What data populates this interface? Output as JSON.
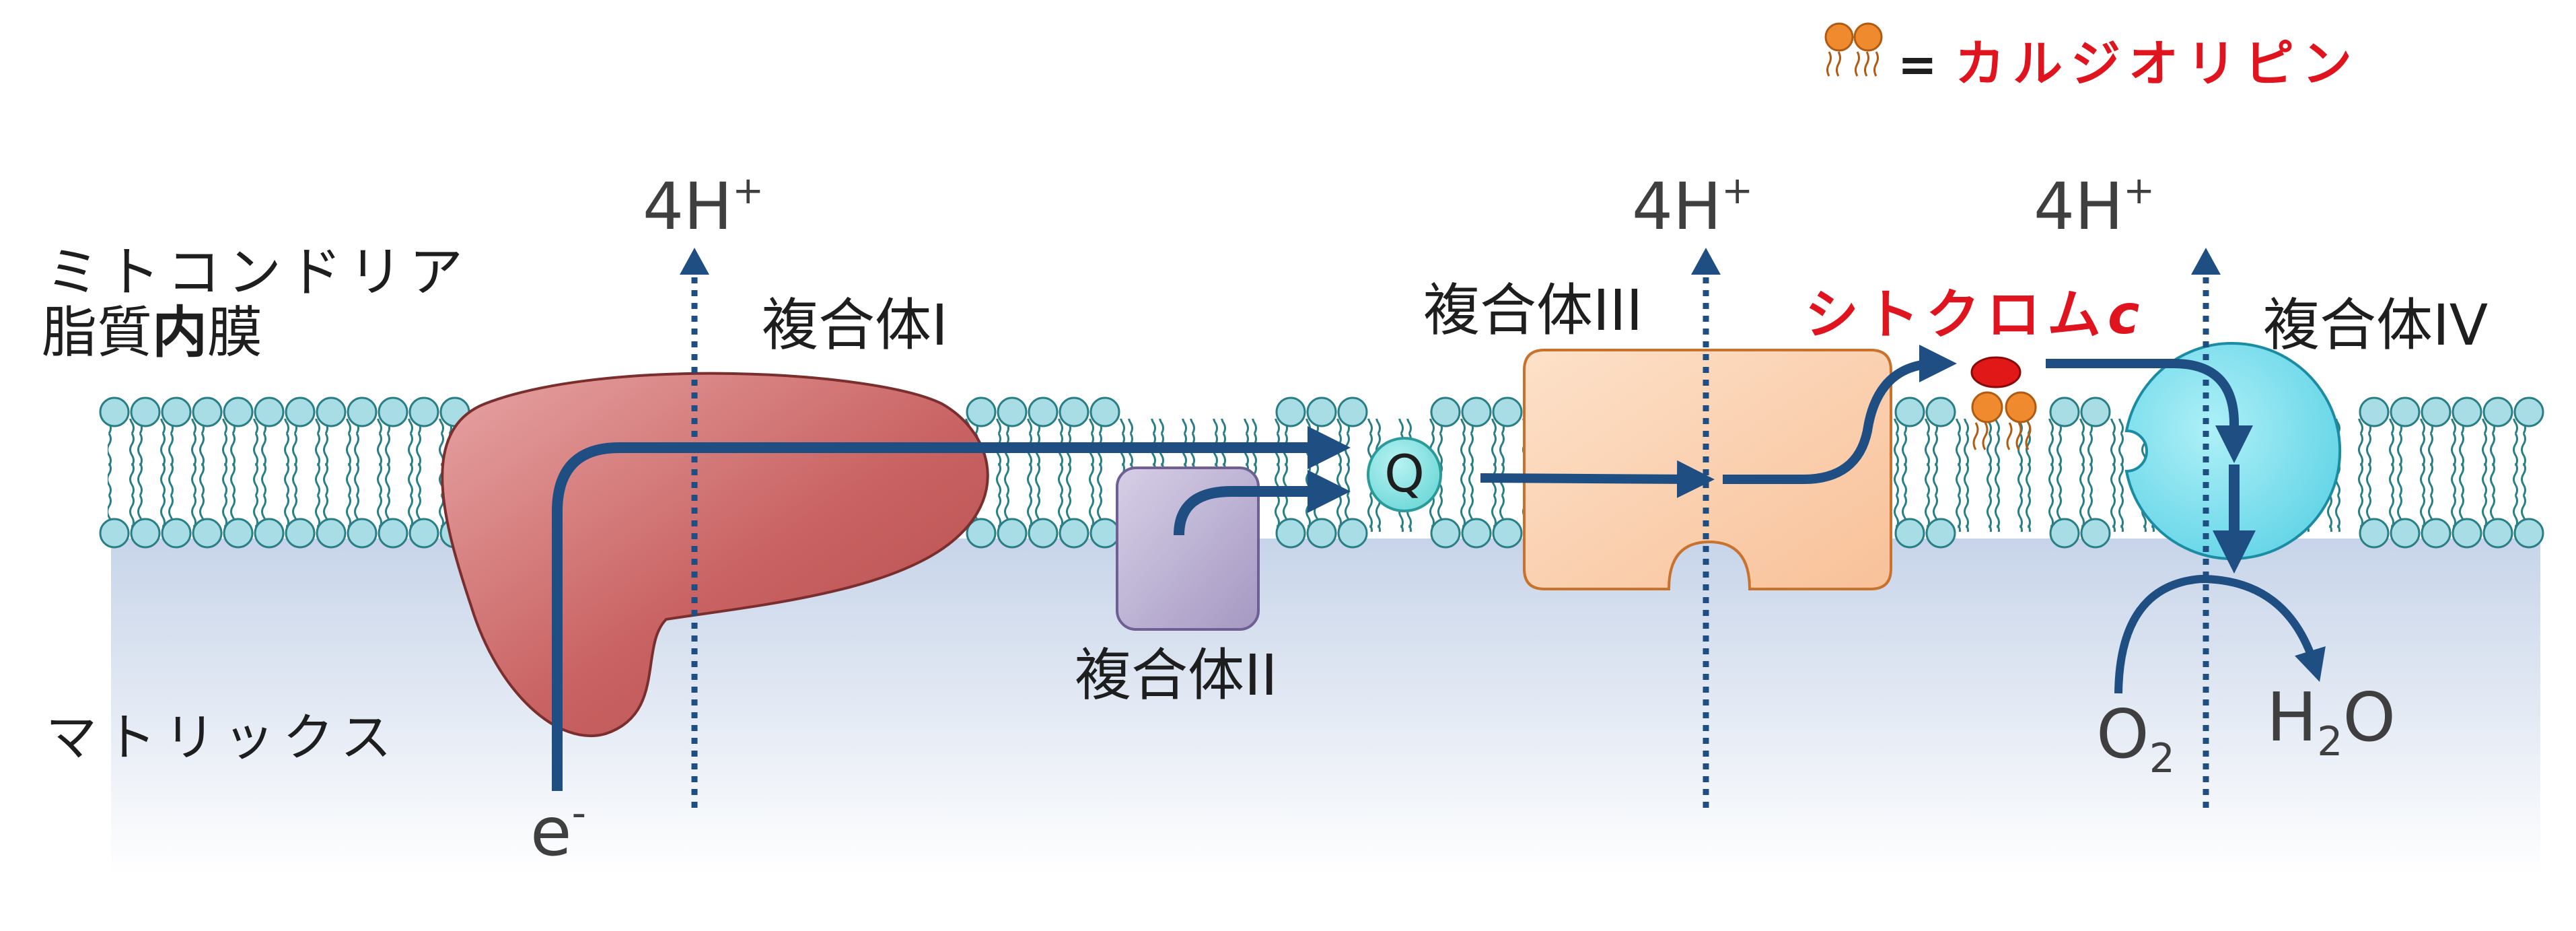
{
  "legend": {
    "equals": "=",
    "text": "カルジオリピン"
  },
  "membrane_label": {
    "line1": "ミトコンドリア",
    "line2_a": "脂質",
    "line2_bold": "内",
    "line2_b": "膜"
  },
  "matrix_label": "マトリックス",
  "complexes": {
    "c1": "複合体I",
    "c2": "複合体II",
    "c3": "複合体III",
    "c4": "複合体IV"
  },
  "proton_labels": {
    "p1": "4H",
    "p2": "4H",
    "p3": "4H",
    "plus": "+"
  },
  "quinone": "Q",
  "cytochrome_c": {
    "name": "シトクロム",
    "letter": "c"
  },
  "electron": {
    "e": "e",
    "sup": "-"
  },
  "oxygen": {
    "o": "O",
    "sub": "2"
  },
  "water": {
    "h": "H",
    "sub": "2",
    "o": "O"
  },
  "colors": {
    "arrow": "#1f4e82",
    "complex1": "#c55a5a",
    "complex2": "#b3a8cc",
    "complex3": "#f9c9a0",
    "complex4": "#6fdcec",
    "quinone": "#7fe2e2",
    "lipid_head": "#a9dde6",
    "cardiolipin": "#ef8a2e",
    "cytochrome": "#e01818",
    "highlight_text": "#e0141e"
  }
}
